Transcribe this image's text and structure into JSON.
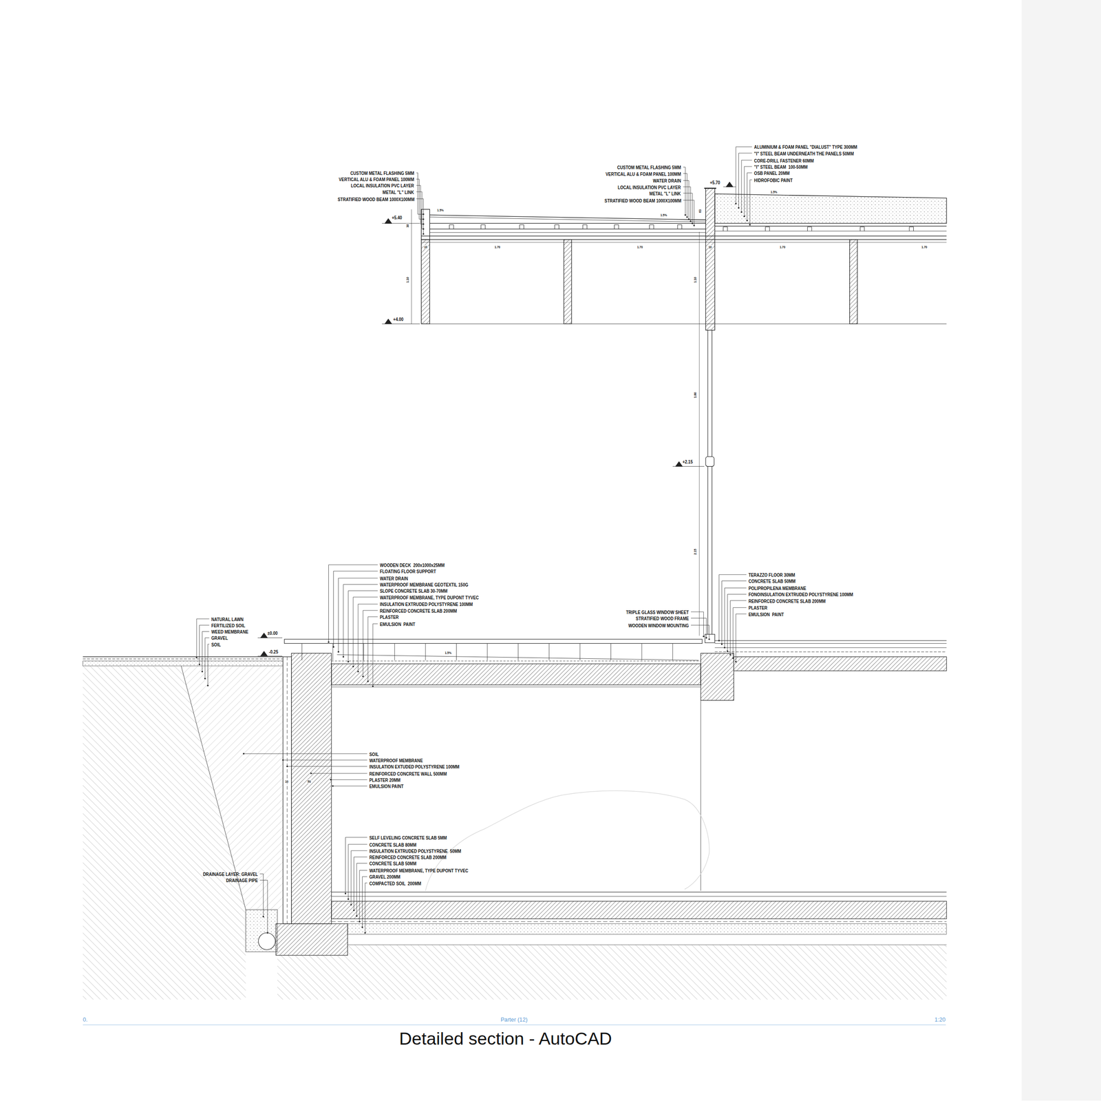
{
  "diagram": {
    "caption": "Detailed section - AutoCAD",
    "labels": [
      "CUSTOM METAL FLASHING 5MM",
      "VERTICAL ALU & FOAM PANEL 100MM",
      "LOCAL INSULATION PVC LAYER",
      "METAL \"L\" LINK",
      "STRATIFIED WOOD BEAM 1000X100MM",
      "CUSTOM METAL FLASHING 5MM",
      "VERTICAL ALU & FOAM PANEL 100MM",
      "WATER DRAIN",
      "LOCAL INSULATION PVC LAYER",
      "METAL \"L\" LINK",
      "STRATIFIED WOOD BEAM 1000X100MM",
      "ALUMINIUM & FOAM PANEL \"DIALUST\" TYPE 300MM",
      "\"I\" STEEL BEAM UNDERNEATH THE PANELS 50MM",
      "CORE-DRILL FASTENER 60MM",
      "\"I\" STEEL BEAM  100-50MM",
      "OSB PANEL 20MM",
      "HIDROFOBIC PAINT",
      "+5.70",
      "+5.40",
      "+4.00",
      "+2.15",
      "1.5%",
      "1.5%",
      "1.5%",
      "30",
      "1.10",
      "1.10",
      "10",
      "1.70",
      "1.70",
      "10",
      "1.70",
      "1.70",
      "63",
      "1.80",
      "2.15",
      "WOODEN DECK  200x1000x25MM",
      "FLOATING FLOOR SUPPORT",
      "WATER DRAIN",
      "WATERPROOF MEMBRANE GEOTEXTIL 150G",
      "SLOPE CONCRETE SLAB 30-70MM",
      "WATERPROOF MEMBRANE, TYPE DUPONT TYVEC",
      "INSULATION EXTRUDED POLYSTYRENE 100MM",
      "REINFORCED CONCRETE SLAB 200MM",
      "PLASTER",
      "EMULSION  PAINT",
      "TERAZZO FLOOR 30MM",
      "CONCRETE SLAB 50MM",
      "POLIPROPILENA MEMBRANE",
      "FONOINSULATION EXTRUDED POLYSTYRENE 100MM",
      "REINFORCED CONCRETE SLAB 200MM",
      "PLASTER",
      "EMULSION  PAINT",
      "TRIPLE GLASS WINDOW SHEET",
      "STRATIFIED WOOD FRAME",
      "WOODEN WINDOW MOUNTING",
      "NATURAL LAWN",
      "FERTILIZED SOIL",
      "WEED MEMBRANE",
      "GRAVEL",
      "SOIL",
      "±0.00",
      "-0.25",
      "1.5%",
      "SOIL",
      "WATERPROOF MEMBRANE",
      "INSULATION EXTUDED POLYSTYRENE 100MM",
      "REINFORCED CONCRETE WALL 500MM",
      "PLASTER 20MM",
      "EMULSION PAINT",
      "10",
      "50",
      "SELF LEVELING CONCRETE SLAB 5MM",
      "CONCRETE SLAB 80MM",
      "INSULATION EXTRUDED POLYSTYRENE  50MM",
      "REINFORCED CONCRETE SLAB 200MM",
      "CONCRETE SLAB 50MM",
      "WATERPROOF MEMBRANE, TYPE DUPONT TYVEC",
      "GRAVEL 200MM",
      "COMPACTED SOIL  200MM",
      "DRAINAGE LAYER: GRAVEL",
      "DRAINAGE PIPE",
      "0.",
      "Parter (12)",
      "1:20"
    ]
  }
}
